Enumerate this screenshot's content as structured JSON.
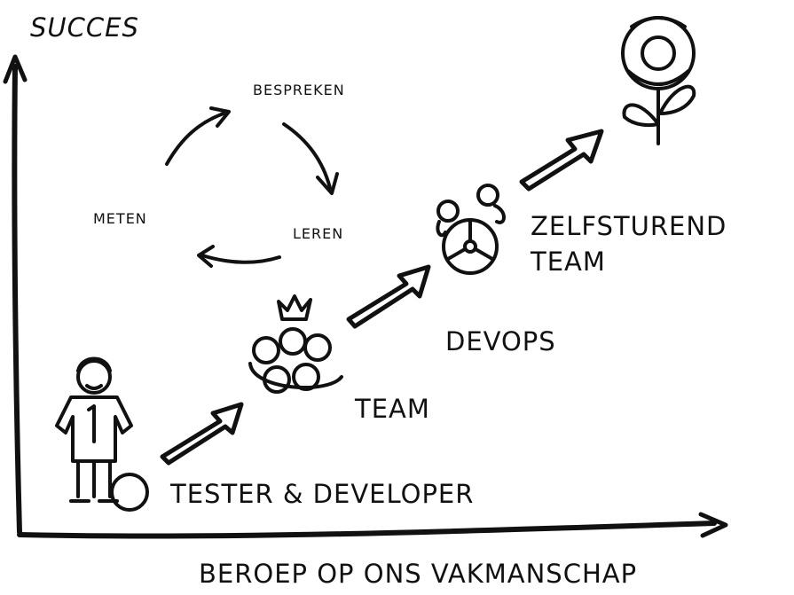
{
  "axes": {
    "y_label": "SUCCES",
    "x_label": "BEROEP OP ONS VAKMANSCHAP"
  },
  "cycle": {
    "steps": [
      "BESPREKEN",
      "LEREN",
      "METEN"
    ]
  },
  "stages": [
    {
      "label": "TESTER & DEVELOPER"
    },
    {
      "label": "TEAM"
    },
    {
      "label": "DEVOPS"
    },
    {
      "label_line1": "ZELFSTUREND",
      "label_line2": "TEAM"
    }
  ],
  "colors": {
    "ink": "#111111",
    "background": "#ffffff"
  }
}
